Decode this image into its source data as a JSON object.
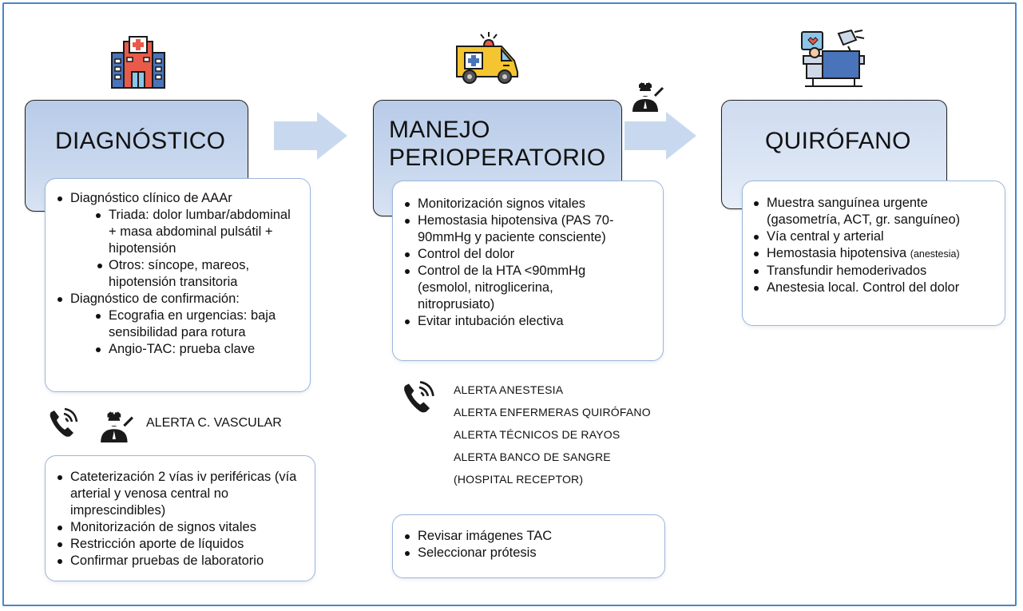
{
  "stages": {
    "diagnostico": {
      "title": "DIAGNÓSTICO",
      "box1": [
        {
          "text": "Diagnóstico clínico de AAAr",
          "level": 0
        },
        {
          "text": "Triada: dolor lumbar/abdominal + masa abdominal pulsátil + hipotensión",
          "level": 1
        },
        {
          "text": "Otros: síncope, mareos, hipotensión transitoria",
          "level": 1
        },
        {
          "text": "Diagnóstico de confirmación:",
          "level": 0
        },
        {
          "text": "Ecografia en urgencias: baja sensibilidad para rotura",
          "level": 1
        },
        {
          "text": "Angio-TAC: prueba clave",
          "level": 1
        }
      ],
      "alert": "ALERTA C. VASCULAR",
      "box2": [
        "Cateterización 2 vías iv periféricas (vía arterial y venosa central no imprescindibles)",
        "Monitorización de signos vitales",
        "Restricción aporte de líquidos",
        "Confirmar pruebas de laboratorio"
      ]
    },
    "manejo": {
      "title_line1": "MANEJO",
      "title_line2": "PERIOPERATORIO",
      "box1": [
        "Monitorización signos vitales",
        "Hemostasia hipotensiva (PAS 70-90mmHg y paciente consciente)",
        "Control del dolor",
        "Control de la HTA <90mmHg (esmolol, nitroglicerina, nitroprusiato)",
        "Evitar intubación electiva"
      ],
      "alerts": [
        "ALERTA ANESTESIA",
        "ALERTA ENFERMERAS QUIRÓFANO",
        "ALERTA TÉCNICOS DE RAYOS",
        "ALERTA BANCO DE SANGRE",
        "(HOSPITAL RECEPTOR)"
      ],
      "box2": [
        "Revisar imágenes TAC",
        "Seleccionar prótesis"
      ]
    },
    "quirofano": {
      "title": "QUIRÓFANO",
      "box1": [
        "Muestra sanguínea urgente (gasometría, ACT, gr. sanguíneo)",
        "Vía central y arterial",
        "Hemostasia hipotensiva",
        "Transfundir hemoderivados",
        "Anestesia local. Control del dolor"
      ],
      "box1_small_note": "(anestesia)"
    }
  },
  "colors": {
    "frame": "#4a86c5",
    "title_fill": "#c9d8ee",
    "box_border": "#9bb6d9",
    "arrow_fill": "#c8d9ef"
  },
  "icons": [
    "hospital-icon",
    "ambulance-icon",
    "operating-room-icon",
    "surgeon-icon",
    "phone-icon",
    "arrow-right-icon"
  ]
}
